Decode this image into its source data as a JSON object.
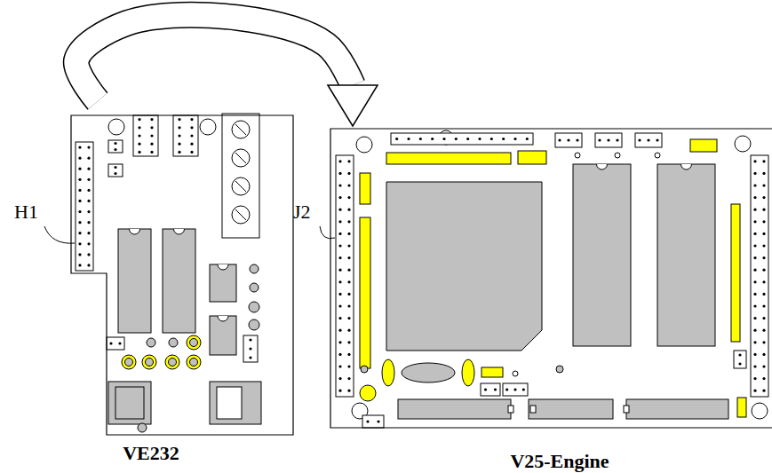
{
  "diagram": {
    "nodes": [
      {
        "text": [
          "VE232"
        ]
      },
      {
        "text": [
          "V25-Engine"
        ]
      }
    ],
    "edges": [
      {
        "from": 0,
        "to": 1,
        "arrow": "to"
      }
    ],
    "labels": [
      "H1",
      "J2"
    ]
  }
}
